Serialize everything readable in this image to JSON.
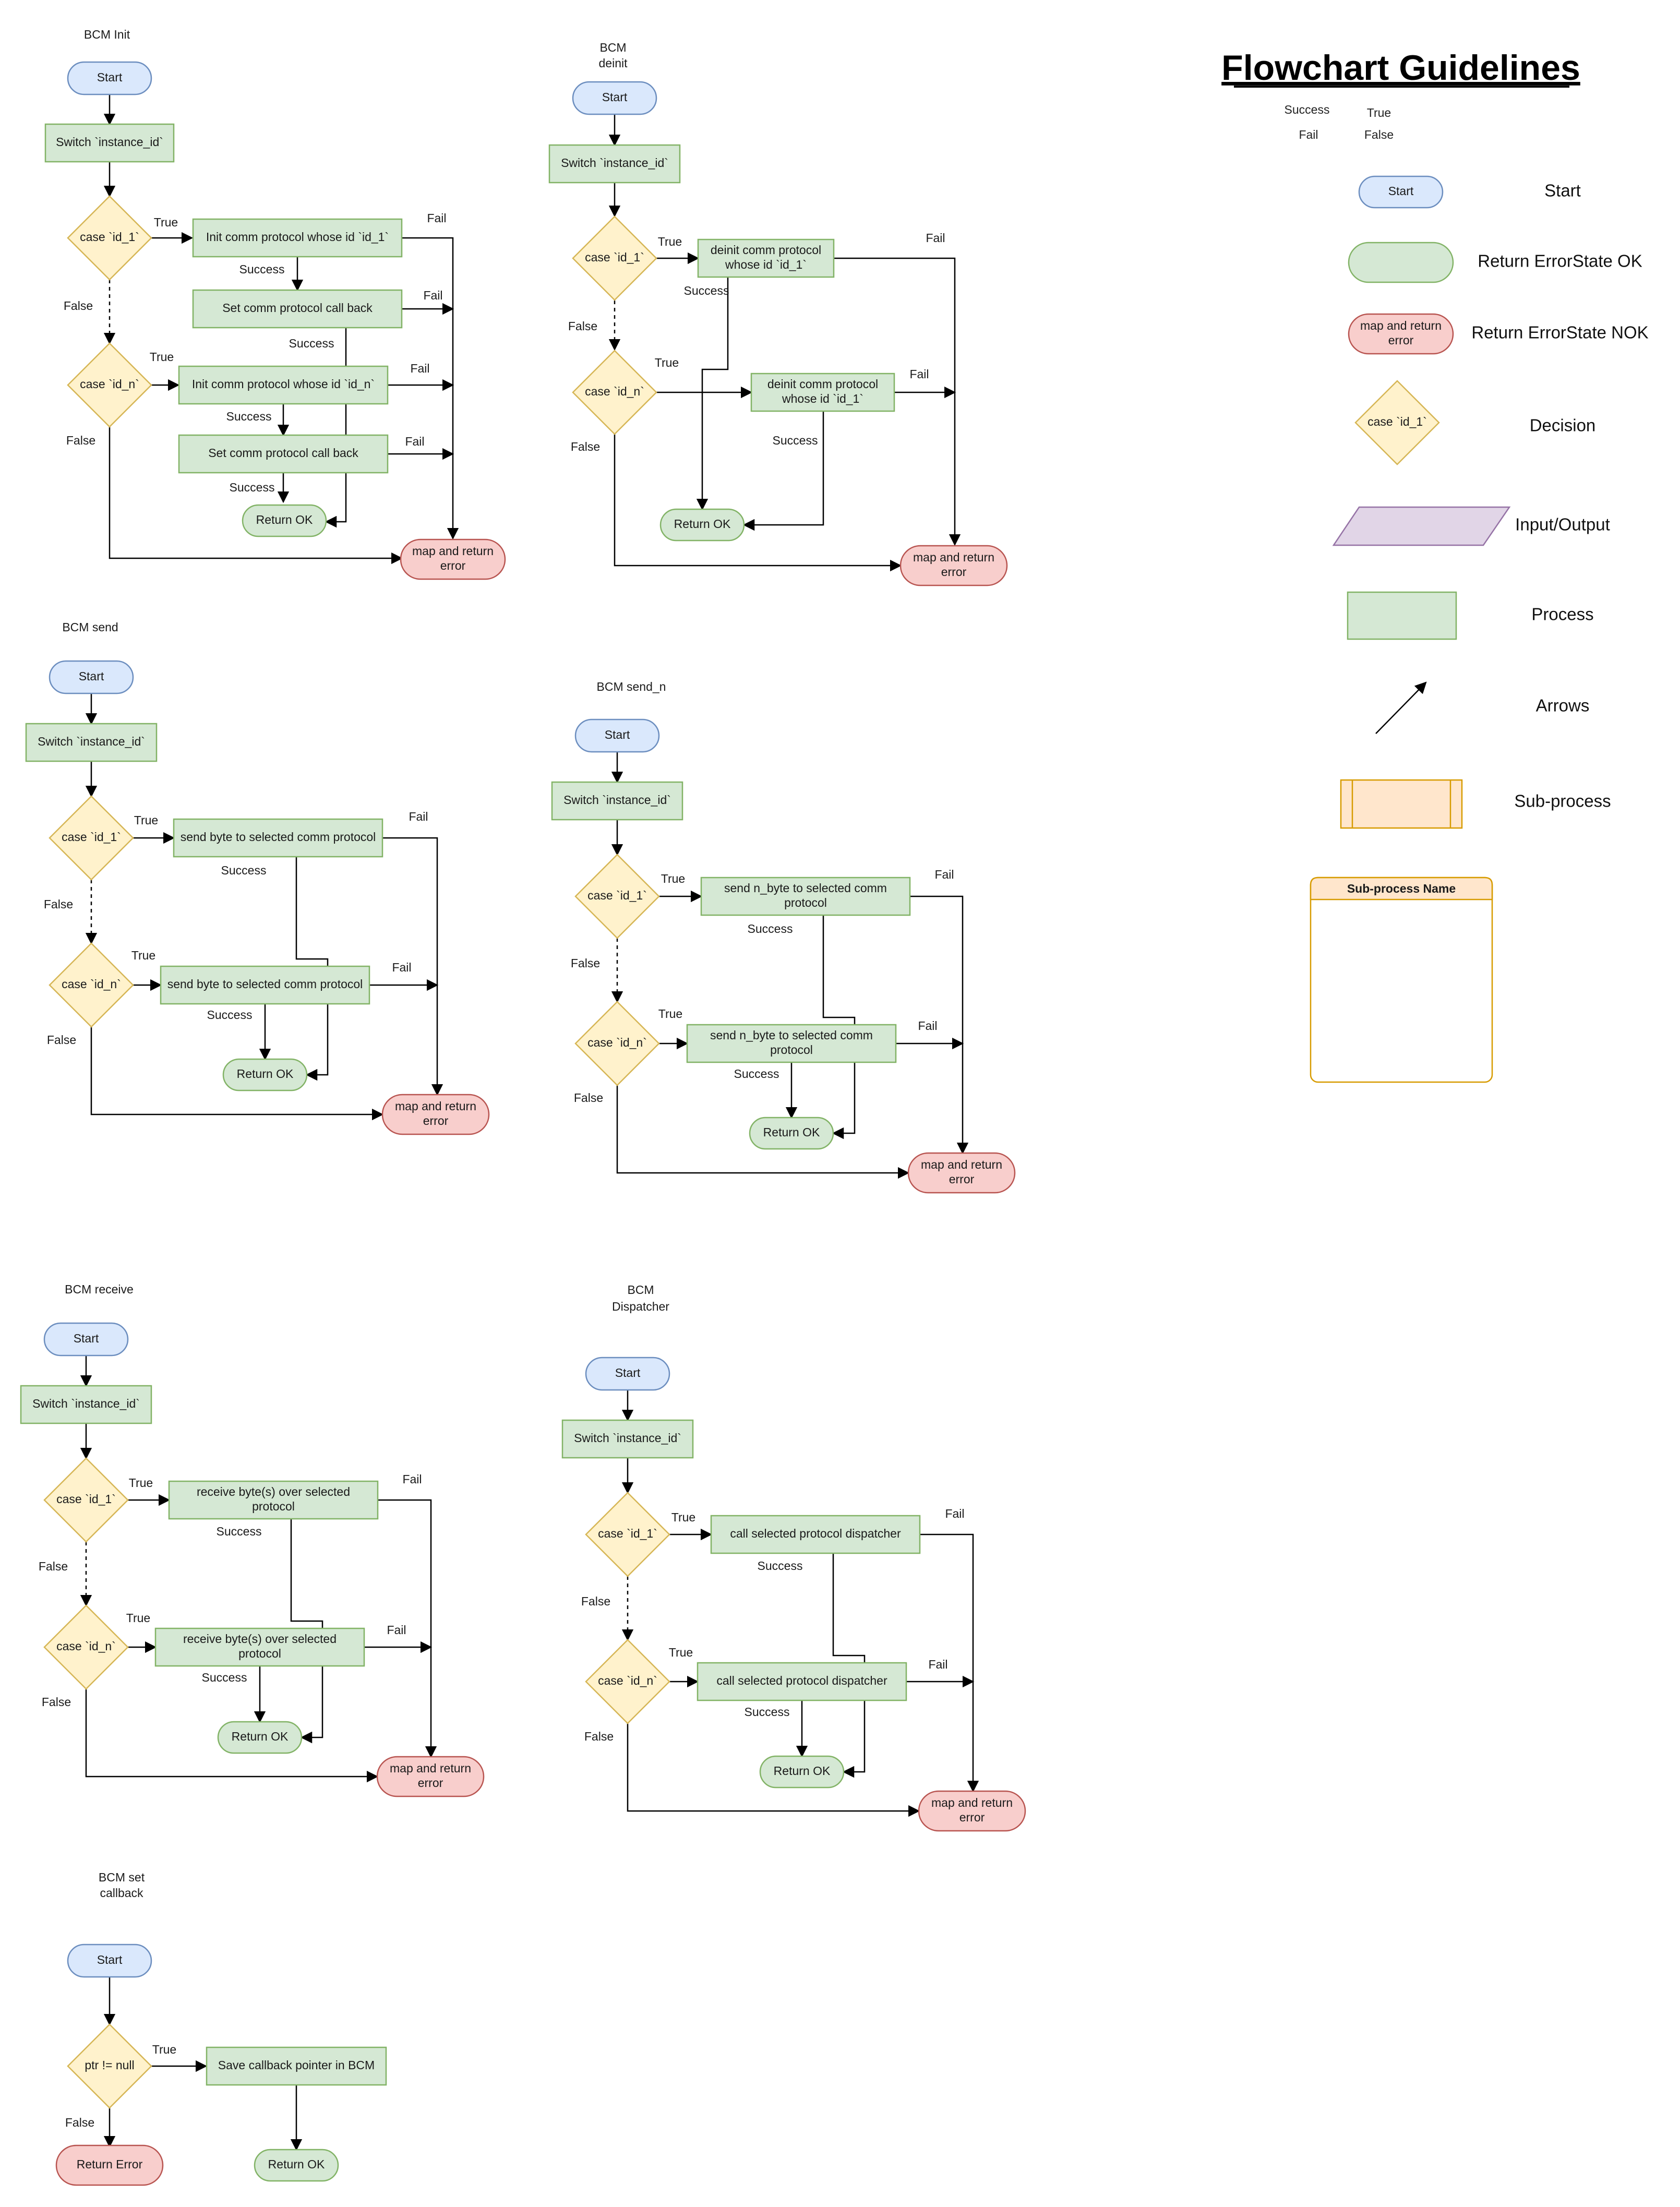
{
  "colors": {
    "start_fill": "#dae8fc",
    "start_stroke": "#6c8ebf",
    "process_fill": "#d5e8d4",
    "process_stroke": "#82b366",
    "error_fill": "#f8cecc",
    "error_stroke": "#b85450",
    "decision_fill": "#fff2cc",
    "decision_stroke": "#d6b656",
    "io_fill": "#e1d5e7",
    "io_stroke": "#9673a6",
    "subprocess_fill": "#ffe6cc",
    "subprocess_stroke": "#d79b00"
  },
  "diagrams": {
    "init": {
      "title": "BCM Init",
      "start": "Start",
      "switch": "Switch `instance_id`",
      "case1": "case `id_1`",
      "casen": "case `id_n`",
      "p1": "Init comm protocol whose id `id_1`",
      "p2": "Set comm protocol call back",
      "p3": "Init comm protocol whose id `id_n`",
      "p4": "Set comm protocol call back",
      "ok": "Return OK",
      "err1": "map and return",
      "err2": "error",
      "true1": "True",
      "true2": "True",
      "false1": "False",
      "false2": "False",
      "succ1": "Success",
      "succ2": "Success",
      "succ3": "Success",
      "succ4": "Success",
      "fail1": "Fail",
      "fail2": "Fail",
      "fail3": "Fail",
      "fail4": "Fail"
    },
    "deinit": {
      "title1": "BCM",
      "title2": "deinit",
      "start": "Start",
      "switch": "Switch `instance_id`",
      "case1": "case `id_1`",
      "casen": "case `id_n`",
      "p1a": "deinit comm protocol",
      "p1b": "whose id `id_1`",
      "p2a": "deinit comm protocol",
      "p2b": "whose id `id_1`",
      "ok": "Return OK",
      "err1": "map and return",
      "err2": "error",
      "true1": "True",
      "true2": "True",
      "false1": "False",
      "false2": "False",
      "succ1": "Success",
      "succ2": "Success",
      "fail1": "Fail",
      "fail2": "Fail"
    },
    "send": {
      "title": "BCM send",
      "start": "Start",
      "switch": "Switch `instance_id`",
      "case1": "case `id_1`",
      "casen": "case `id_n`",
      "p1": "send byte to selected comm protocol",
      "p2": "send byte to selected comm protocol",
      "ok": "Return OK",
      "err1": "map and return",
      "err2": "error",
      "true1": "True",
      "true2": "True",
      "false1": "False",
      "false2": "False",
      "succ1": "Success",
      "succ2": "Success",
      "fail1": "Fail",
      "fail2": "Fail"
    },
    "send_n": {
      "title": "BCM send_n",
      "start": "Start",
      "switch": "Switch `instance_id`",
      "case1": "case `id_1`",
      "casen": "case `id_n`",
      "p1a": "send n_byte to selected comm",
      "p1b": "protocol",
      "p2a": "send n_byte to selected comm",
      "p2b": "protocol",
      "ok": "Return OK",
      "err1": "map and return",
      "err2": "error",
      "true1": "True",
      "true2": "True",
      "false1": "False",
      "false2": "False",
      "succ1": "Success",
      "succ2": "Success",
      "fail1": "Fail",
      "fail2": "Fail"
    },
    "receive": {
      "title": "BCM receive",
      "start": "Start",
      "switch": "Switch `instance_id`",
      "case1": "case `id_1`",
      "casen": "case `id_n`",
      "p1a": "receive byte(s) over selected",
      "p1b": "protocol",
      "p2a": "receive byte(s) over selected",
      "p2b": "protocol",
      "ok": "Return OK",
      "err1": "map and return",
      "err2": "error",
      "true1": "True",
      "true2": "True",
      "false1": "False",
      "false2": "False",
      "succ1": "Success",
      "succ2": "Success",
      "fail1": "Fail",
      "fail2": "Fail"
    },
    "dispatcher": {
      "title1": "BCM",
      "title2": "Dispatcher",
      "start": "Start",
      "switch": "Switch `instance_id`",
      "case1": "case `id_1`",
      "casen": "case `id_n`",
      "p1": "call selected protocol dispatcher",
      "p2": "call selected protocol dispatcher",
      "ok": "Return OK",
      "err1": "map and return",
      "err2": "error",
      "true1": "True",
      "true2": "True",
      "false1": "False",
      "false2": "False",
      "succ1": "Success",
      "succ2": "Success",
      "fail1": "Fail",
      "fail2": "Fail"
    },
    "set_callback": {
      "title1": "BCM set",
      "title2": "callback",
      "start": "Start",
      "decision": "ptr != null",
      "p1": "Save callback pointer in BCM",
      "true1": "True",
      "false1": "False",
      "err": "Return Error",
      "ok": "Return OK"
    }
  },
  "guidelines": {
    "title": "Flowchart Guidelines",
    "success": "Success",
    "true": "True",
    "fail": "Fail",
    "false": "False",
    "start_shape": "Start",
    "start_label": "Start",
    "ok_label": "Return ErrorState OK",
    "err_shape1": "map and return",
    "err_shape2": "error",
    "err_label": "Return ErrorState NOK",
    "decision_shape": "case `id_1`",
    "decision_label": "Decision",
    "io_label": "Input/Output",
    "process_label": "Process",
    "arrows_label": "Arrows",
    "subprocess_label": "Sub-process",
    "subprocess_name": "Sub-process Name"
  }
}
